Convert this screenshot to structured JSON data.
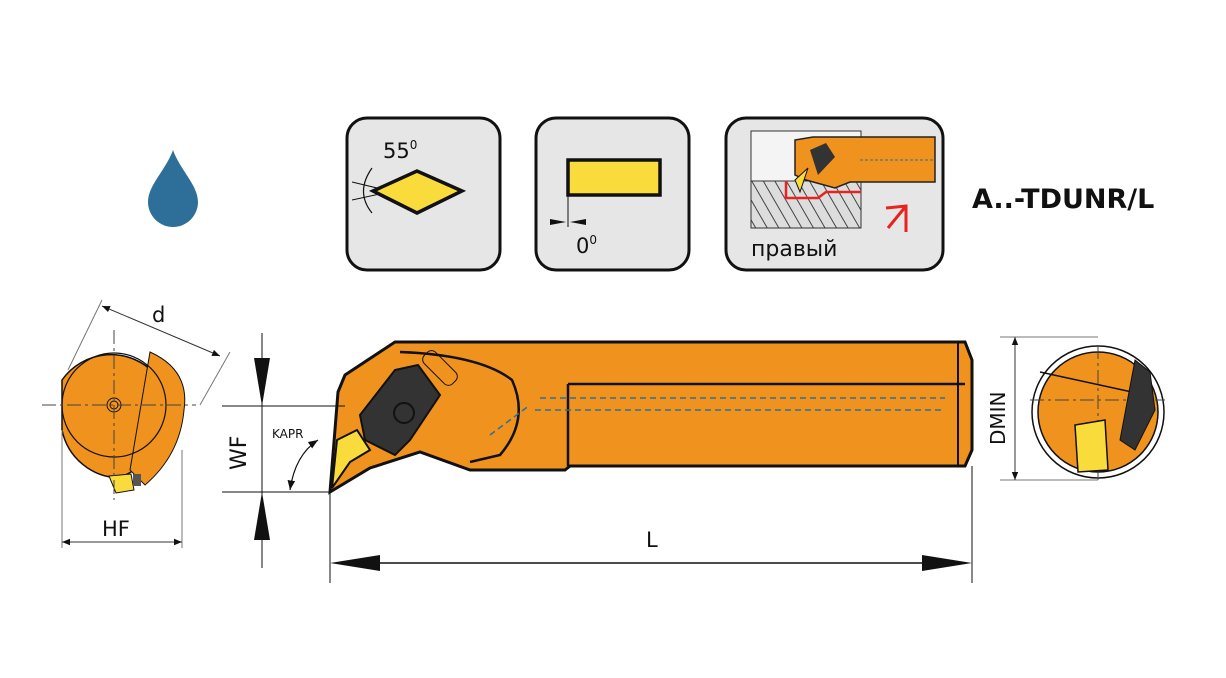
{
  "title": "A..-TDUNR/L",
  "icons": {
    "insert_angle": "55",
    "insert_angle_sup": "0",
    "clearance_angle": "0",
    "clearance_angle_sup": "0",
    "hand_label": "правый"
  },
  "dimensions": {
    "d": "d",
    "hf": "HF",
    "wf": "WF",
    "kapr": "KAPR",
    "l": "L",
    "dmin": "DMIN"
  },
  "colors": {
    "body": "#f0921e",
    "insert": "#f9dc3c",
    "coolant": "#2e6f9a",
    "panel": "#e6e6e6",
    "accent_red": "#e8231f"
  }
}
